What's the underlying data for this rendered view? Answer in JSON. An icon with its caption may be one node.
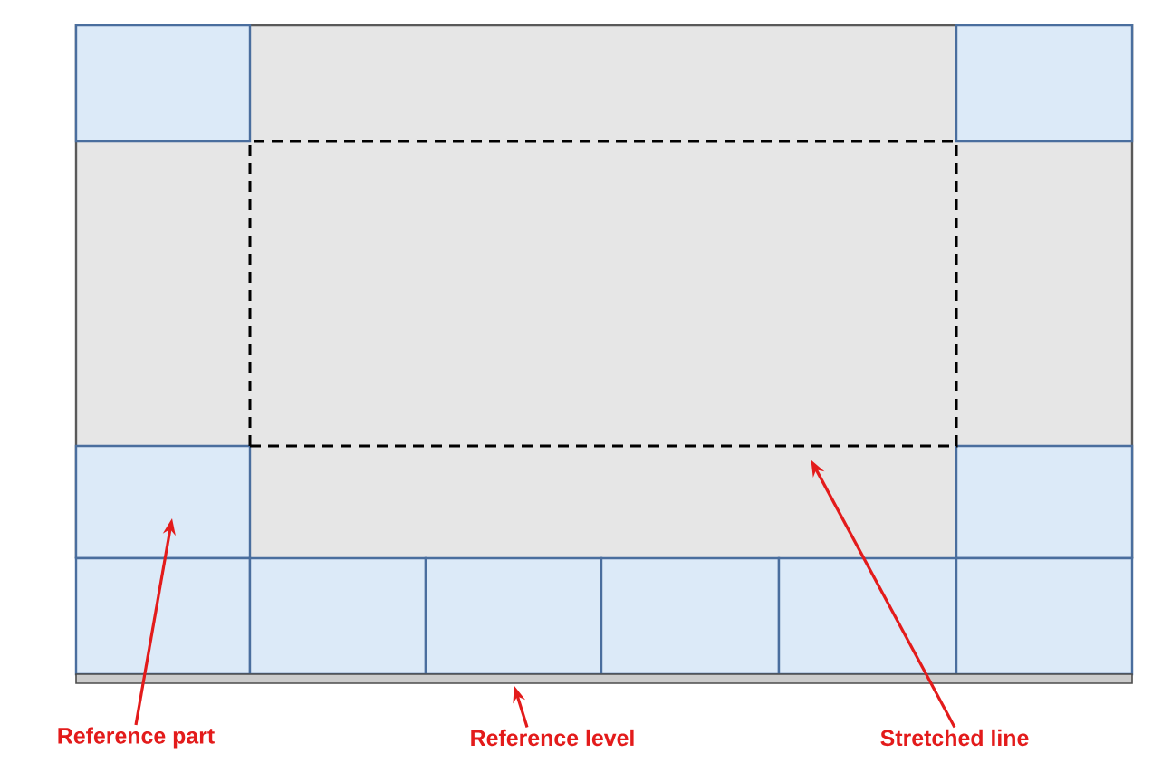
{
  "diagram": {
    "nodes": [
      {
        "text": [
          "Reference part"
        ]
      },
      {
        "text": [
          "Reference level"
        ]
      },
      {
        "text": [
          "Stretched line"
        ]
      },
      {
        "text": [],
        "shape": "box"
      },
      {
        "text": [],
        "shape": "box"
      },
      {
        "text": [],
        "shape": "box"
      },
      {
        "text": [],
        "shape": "box"
      },
      {
        "text": [],
        "shape": "box"
      },
      {
        "text": [],
        "shape": "box"
      },
      {
        "text": [],
        "shape": "box"
      },
      {
        "text": [],
        "shape": "box"
      },
      {
        "text": [],
        "shape": "box"
      },
      {
        "text": [],
        "shape": "box"
      },
      {
        "text": [],
        "shape": "bar"
      },
      {
        "text": [],
        "shape": "box"
      }
    ],
    "edges": [
      {
        "from": 0,
        "to": 5,
        "arrow": "to"
      },
      {
        "from": 1,
        "to": 13,
        "arrow": "to"
      },
      {
        "from": 2,
        "to": 14,
        "arrow": "to"
      }
    ]
  }
}
